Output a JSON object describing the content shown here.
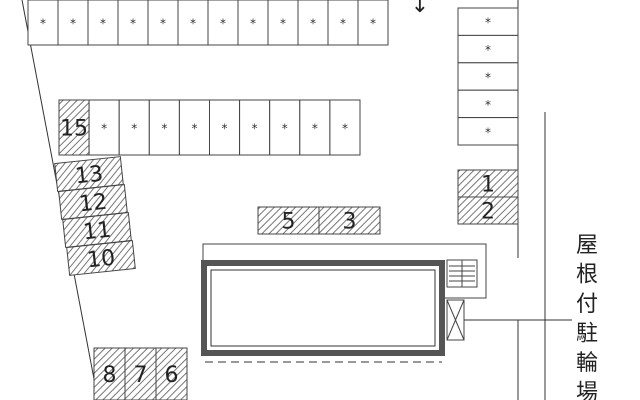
{
  "map": {
    "arrow_glyph": "↓",
    "legend_text": [
      "屋",
      "根",
      "付",
      "駐",
      "輪",
      "場"
    ],
    "stalls": {
      "top_row_marks": [
        "*",
        "*",
        "*",
        "*",
        "*",
        "*",
        "*",
        "*",
        "*",
        "*",
        "*",
        "*"
      ],
      "middle_row": [
        "15",
        "*",
        "*",
        "*",
        "*",
        "*",
        "*",
        "*",
        "*",
        "*"
      ],
      "right_column_marks": [
        "*",
        "*",
        "*",
        "*",
        "*"
      ],
      "right_numbered": [
        "1",
        "2"
      ],
      "left_stack": [
        "13",
        "12",
        "11",
        "10"
      ],
      "center_pair": [
        "5",
        "3"
      ],
      "bottom_row": [
        "8",
        "7",
        "6"
      ]
    }
  }
}
